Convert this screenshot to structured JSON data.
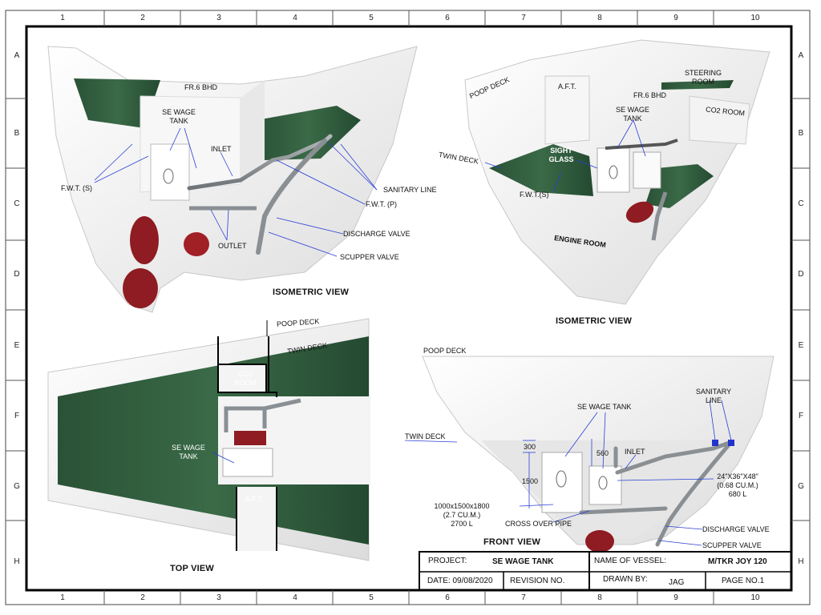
{
  "grid": {
    "columns": [
      "1",
      "2",
      "3",
      "4",
      "5",
      "6",
      "7",
      "8",
      "9",
      "10"
    ],
    "rows": [
      "A",
      "B",
      "C",
      "D",
      "E",
      "F",
      "G",
      "H"
    ]
  },
  "views": {
    "iso_left": {
      "title": "ISOMETRIC VIEW",
      "fr_bhd": "FR.6 BHD",
      "sewage_tank": [
        "SE WAGE",
        "TANK"
      ],
      "inlet": "INLET",
      "fwt_s": "F.W.T. (S)",
      "sanitary_line": "SANITARY LINE",
      "fwt_p": "F.W.T. (P)",
      "outlet": "OUTLET",
      "discharge_valve": "DISCHARGE VALVE",
      "scupper_valve": "SCUPPER VALVE"
    },
    "iso_right": {
      "title": "ISOMETRIC VIEW",
      "steering_room": [
        "STEERING",
        "ROOM"
      ],
      "aft": "A.F.T.",
      "fr_bhd": "FR.6 BHD",
      "poop_deck": "POOP DECK",
      "co2_room": "CO2 ROOM",
      "sewage_tank": [
        "SE WAGE",
        "TANK"
      ],
      "sight_glass": [
        "SIGHT",
        "GLASS"
      ],
      "twin_deck": "TWIN DECK",
      "fwt_s": "F.W.T.(S)",
      "engine_room": "ENGINE ROOM"
    },
    "top": {
      "title": "TOP VIEW",
      "poop_deck": "POOP DECK",
      "twin_deck": "TWIN DECK",
      "co2_room": [
        "CO2",
        "ROOM"
      ],
      "sewage_tank": [
        "SE WAGE",
        "TANK"
      ],
      "aft": "A.F.T."
    },
    "front": {
      "title": "FRONT VIEW",
      "poop_deck": "POOP DECK",
      "twin_deck": "TWIN DECK",
      "sewage_tank": "SE WAGE TANK",
      "sanitary_line": [
        "SANITARY",
        "LINE"
      ],
      "dim_300": "300",
      "dim_560": "560",
      "inlet": "INLET",
      "dim_1500": "1500",
      "big_tank": [
        "1000x1500x1800",
        "(2.7 CU.M.)",
        "2700 L"
      ],
      "small_tank": [
        "24\"X36\"X48\"",
        "(0.68 CU.M.)",
        "680 L"
      ],
      "cross_over_pipe": "CROSS OVER PIPE",
      "discharge_valve": "DISCHARGE VALVE",
      "scupper_valve": "SCUPPER VALVE"
    }
  },
  "title_block": {
    "project_label": "PROJECT:",
    "project_value": "SE WAGE TANK",
    "vessel_label": "NAME OF VESSEL:",
    "vessel_value": "M/TKR JOY 120",
    "date": "DATE: 09/08/2020",
    "revision": "REVISION NO.",
    "drawn_by_label": "DRAWN BY:",
    "drawn_by_value": "JAG",
    "page": "PAGE NO.1"
  },
  "colors": {
    "deck_green": "#2e5a3c",
    "pipe_gray": "#8a8f93",
    "propeller_red": "#8e1c22",
    "hull_white": "#f2f2f2",
    "leader_blue": "#2b3fd6"
  }
}
